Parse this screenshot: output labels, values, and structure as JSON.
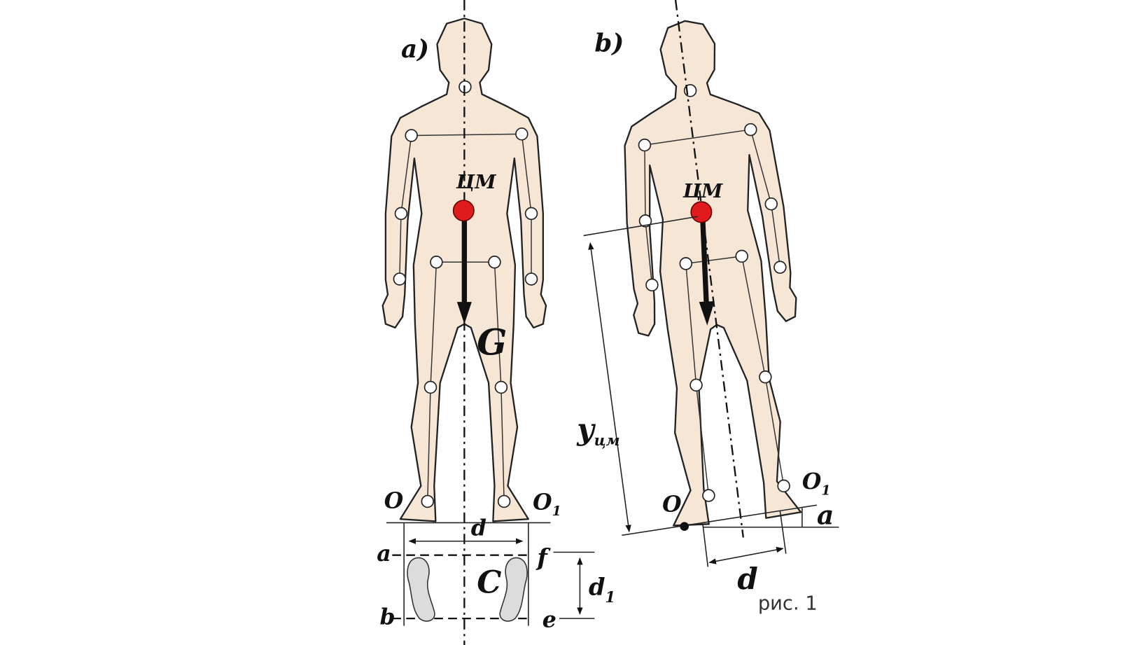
{
  "figure_a": {
    "panel_label": "a)",
    "cm_label": "ЦМ",
    "gravity_label": "G",
    "left_support": "O",
    "right_support": "O",
    "right_support_sub": "1",
    "width_label": "d",
    "line_a": "a",
    "line_b": "b",
    "area_label": "C",
    "line_f": "f",
    "line_e": "e",
    "depth_label": "d",
    "depth_sub": "1"
  },
  "figure_b": {
    "panel_label": "b)",
    "cm_label": "ЦМ",
    "height_label": "y",
    "height_sub": "цм",
    "left_support": "O",
    "right_support": "O",
    "right_support_sub": "1",
    "angle_label": "a",
    "offset_label": "d"
  },
  "caption": "рис. 1",
  "colors": {
    "skin": "#f6e6d6",
    "cm": "#e01b1b",
    "footprint": "#dcdcdc"
  }
}
